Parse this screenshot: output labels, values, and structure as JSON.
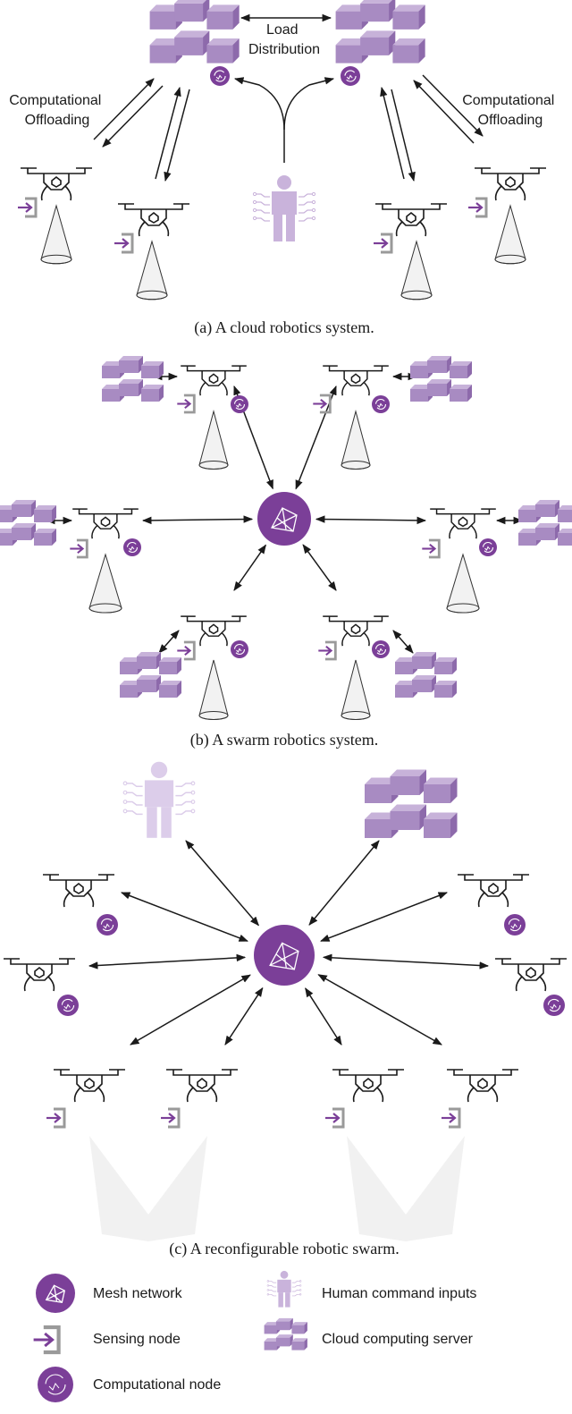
{
  "colors": {
    "purple": "#7b3f98",
    "cube_light": "#c7b2d9",
    "cube_mid": "#a88bc2",
    "cube_dark": "#8d6aab",
    "human": "#c9b3db",
    "human_faded": "#dccdea",
    "gray": "#9a9a9a",
    "cone_fill": "#f2f2f2",
    "fov_fill": "#f1f1f1",
    "stroke": "#1a1a1a"
  },
  "panel_a": {
    "load_distribution_label": "Load\nDistribution",
    "offloading_left_label": "Computational\nOffloading",
    "offloading_right_label": "Computational\nOffloading",
    "caption": "(a) A cloud robotics system."
  },
  "panel_b": {
    "caption": "(b) A swarm robotics system."
  },
  "panel_c": {
    "caption": "(c) A reconfigurable robotic swarm."
  },
  "legend": {
    "mesh_network": "Mesh network",
    "sensing_node": "Sensing node",
    "computational_node": "Computational node",
    "human_command_inputs": "Human command inputs",
    "cloud_computing_server": "Cloud computing server"
  },
  "icons": [
    "mesh-network-icon",
    "sensing-node-icon",
    "computational-node-icon",
    "human-command-icon",
    "cloud-server-icon",
    "drone-icon",
    "sensor-cone-icon"
  ]
}
